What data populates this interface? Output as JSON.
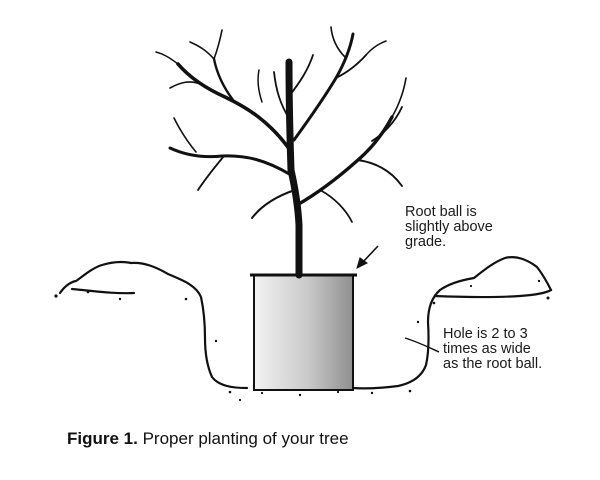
{
  "annotations": {
    "root_ball": [
      "Root ball is",
      "slightly above",
      "grade."
    ],
    "hole": [
      "Hole is 2 to 3",
      "times as wide",
      "as the root ball."
    ]
  },
  "caption": {
    "label": "Figure 1.",
    "text": " Proper planting of your tree"
  },
  "colors": {
    "ink": "#111111",
    "rootball_light": "#f2f2f2",
    "rootball_dark": "#9a9a9a"
  }
}
